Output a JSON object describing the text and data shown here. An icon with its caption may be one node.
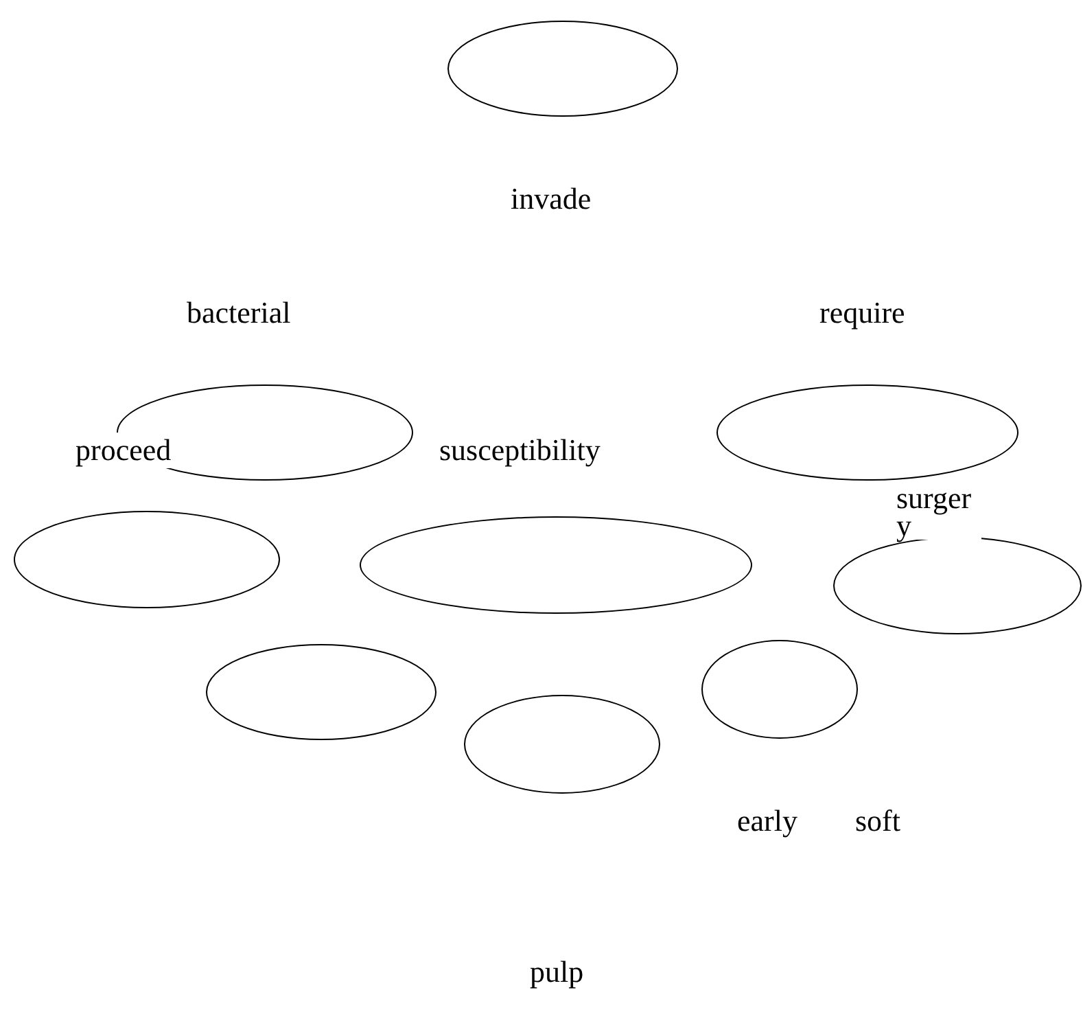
{
  "diagram": {
    "nodes": [
      {
        "text": [],
        "shape": "circle"
      },
      {
        "text": [],
        "shape": "circle"
      },
      {
        "text": [],
        "shape": "circle"
      },
      {
        "text": [],
        "shape": "circle"
      },
      {
        "text": [],
        "shape": "circle"
      },
      {
        "text": [],
        "shape": "circle"
      },
      {
        "text": [],
        "shape": "circle"
      },
      {
        "text": [],
        "shape": "circle"
      },
      {
        "text": [],
        "shape": "circle"
      }
    ],
    "labels": [
      "invade",
      "bacterial",
      "require",
      "proceed",
      "susceptibility",
      "surgery",
      "early",
      "soft",
      "pulp"
    ]
  }
}
